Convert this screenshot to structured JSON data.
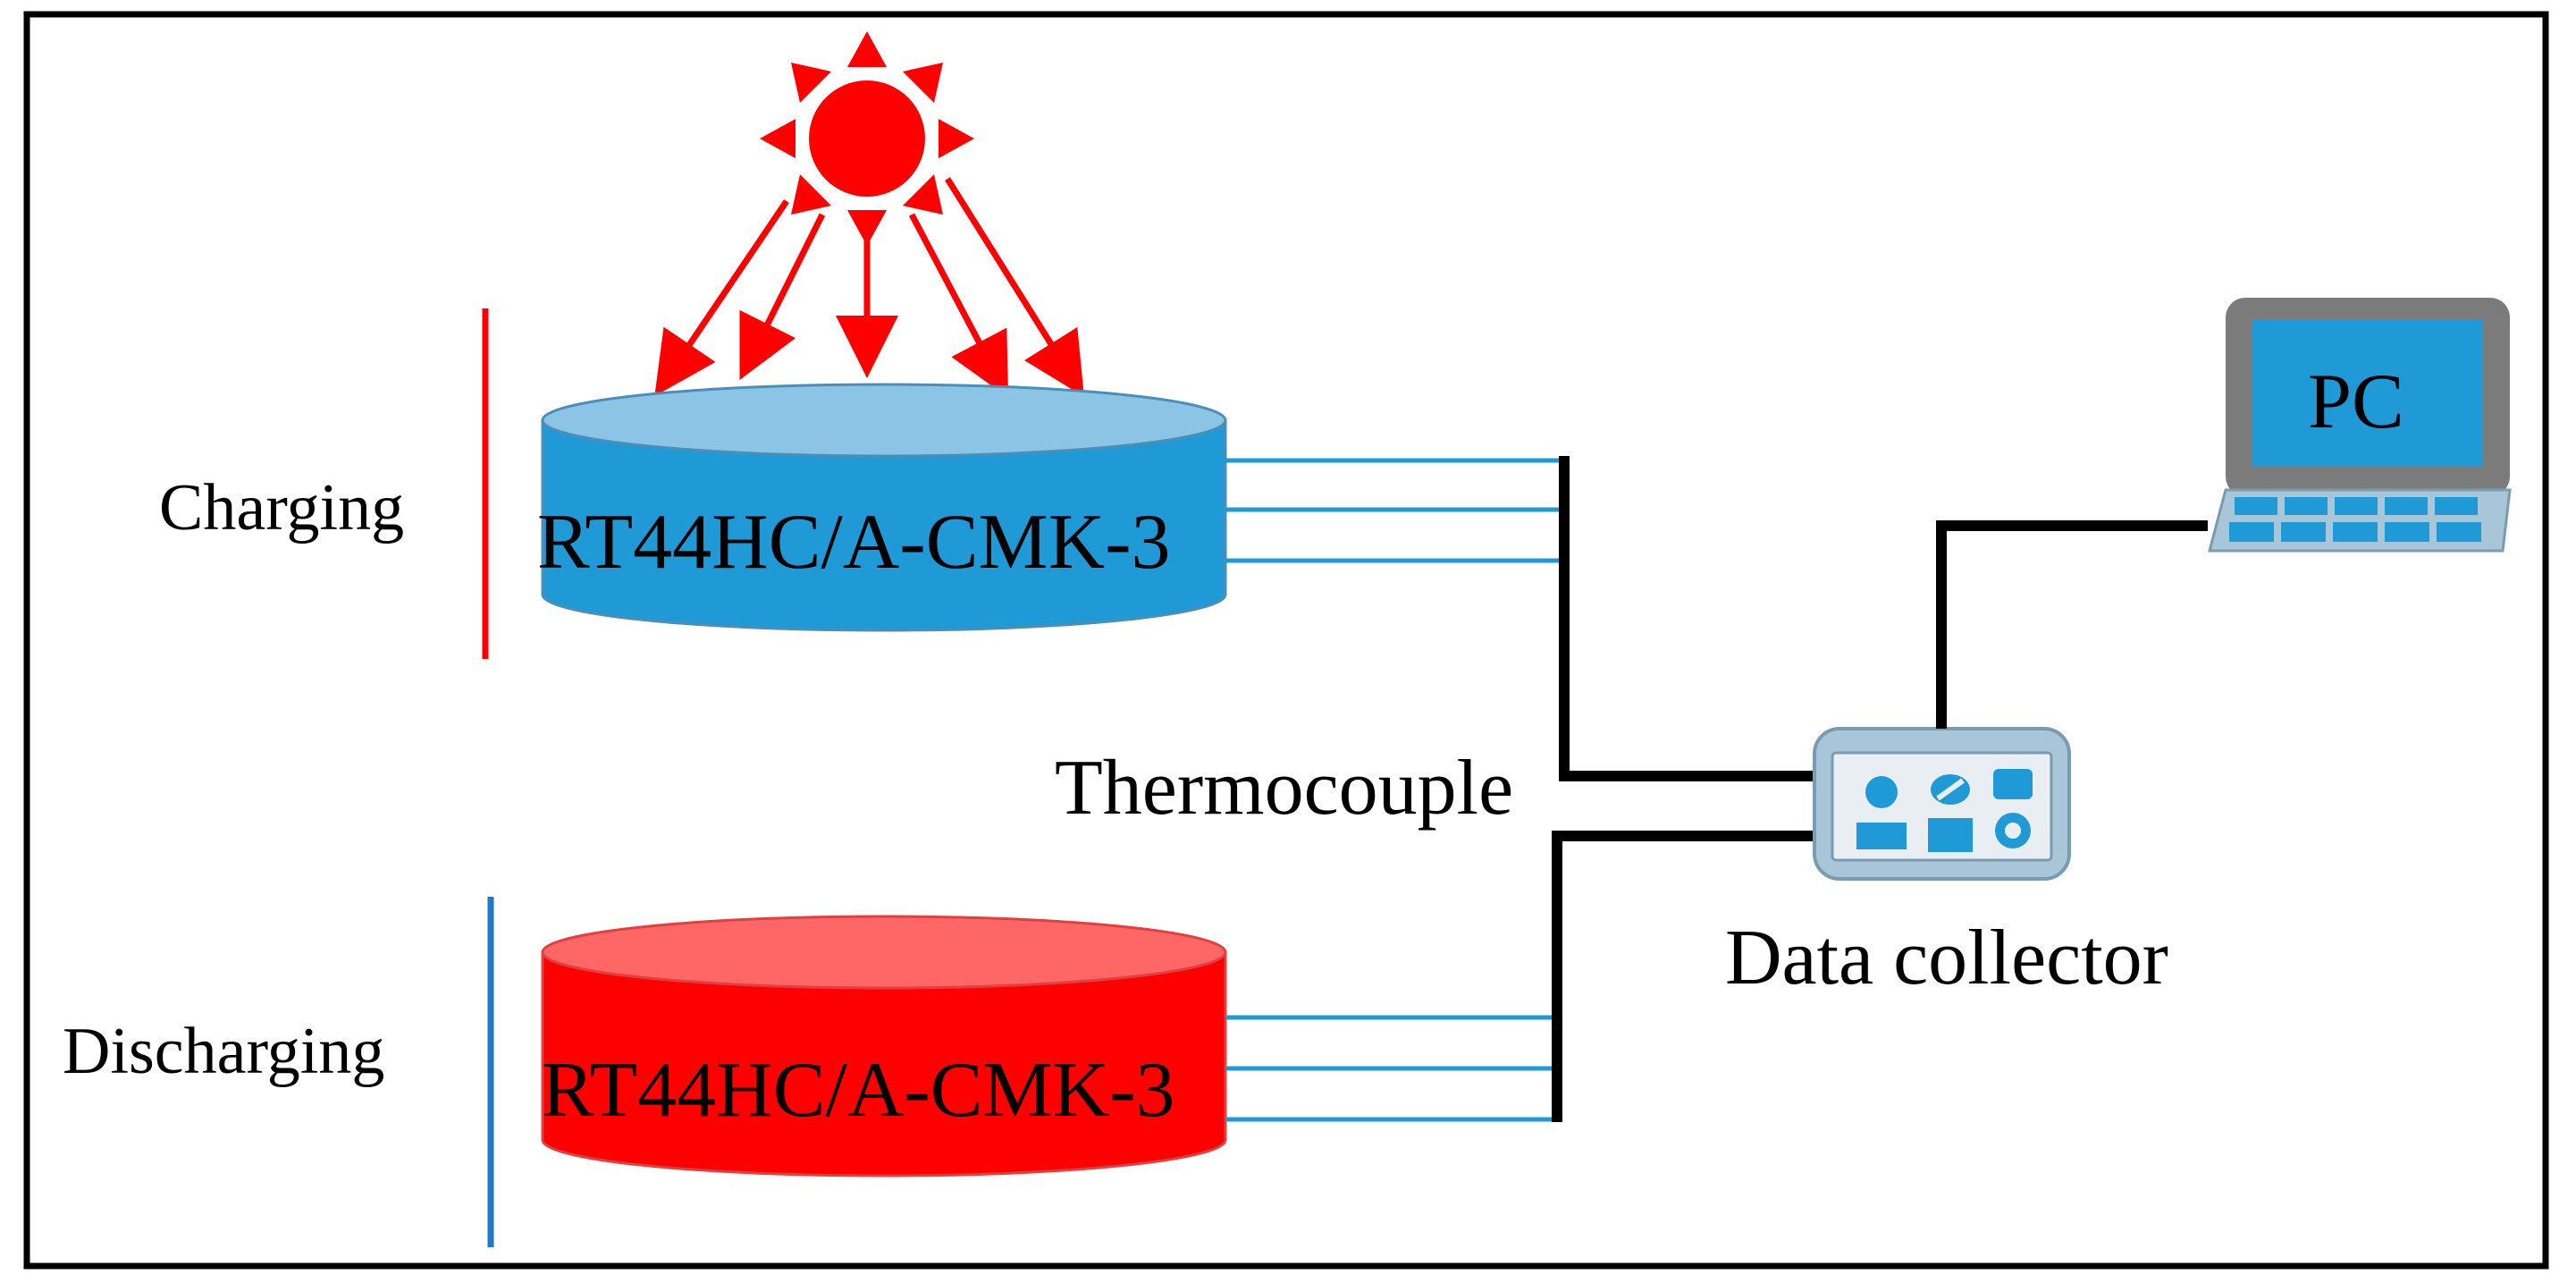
{
  "labels": {
    "charging": "Charging",
    "discharging": "Discharging",
    "top_tank": "RT44HC/A-CMK-3",
    "bottom_tank": "RT44HC/A-CMK-3",
    "thermocouple": "Thermocouple",
    "data_collector": "Data collector",
    "pc": "PC"
  },
  "icons": {
    "sun": "sun-icon",
    "laptop": "laptop-icon",
    "data_logger": "data-logger-icon"
  },
  "colors": {
    "charging_accent": "#ff0000",
    "discharging_accent": "#1f78c8",
    "top_tank_body": "#1f9ad6",
    "top_tank_lid": "#8cc4e6",
    "bottom_tank_body": "#ff0000",
    "bottom_tank_lid": "#ff6666",
    "wire": "#000000",
    "sensor_line": "#1f9ad6",
    "device_body": "#a9c6d8",
    "device_panel": "#1f9ad6"
  }
}
